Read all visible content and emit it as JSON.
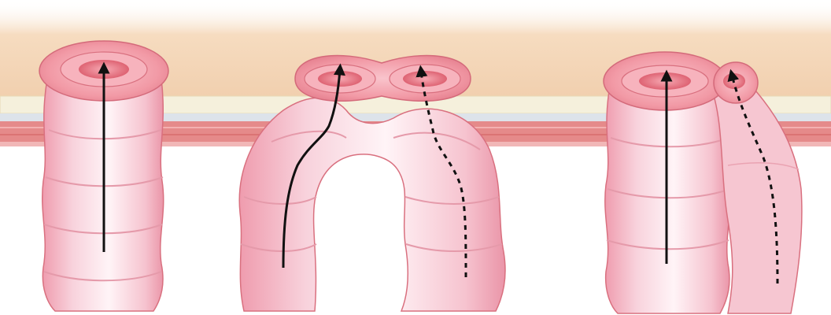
{
  "figure": {
    "panels": [
      {
        "stoma_type": "end colostomy",
        "openings": 1,
        "arrows": [
          "solid"
        ]
      },
      {
        "stoma_type": "loop colostomy",
        "openings": 2,
        "arrows": [
          "solid",
          "dashed"
        ]
      },
      {
        "stoma_type": "end-loop colostomy",
        "openings": 2,
        "arrows": [
          "solid",
          "dashed"
        ]
      }
    ],
    "colors": {
      "skin": "#f4d6b8",
      "fat_layer": "#f3efd8",
      "muscle_layer": "#e58a8a",
      "bowel": "#f4b6c4",
      "bowel_outline": "#d9707f",
      "stoma_rim": "#ef8f9c",
      "lumen": "#e36a78",
      "arrow": "#111111"
    }
  }
}
